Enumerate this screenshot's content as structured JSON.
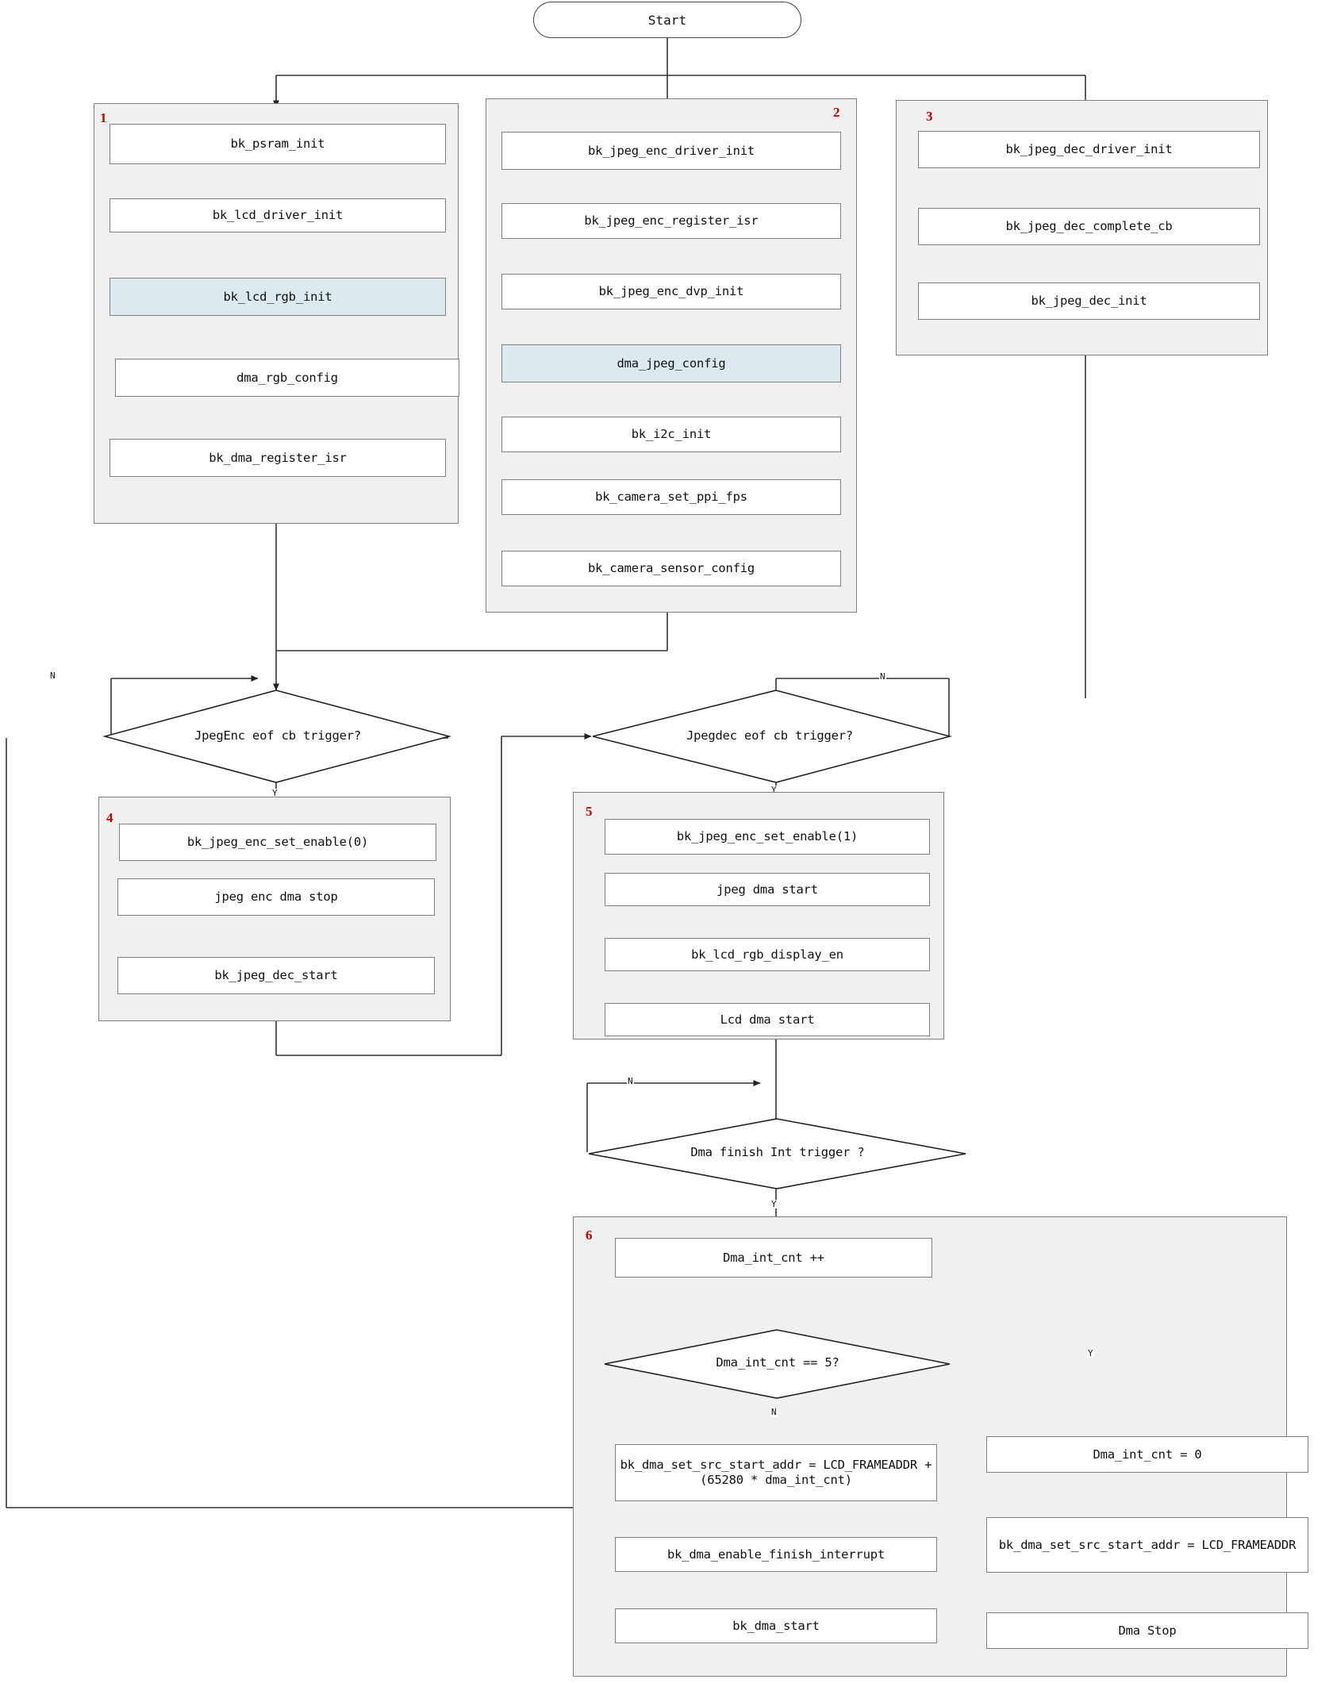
{
  "diagram": {
    "title": "JPEG encode / decode + LCD RGB display flow",
    "start_label": "Start",
    "colors": {
      "group_fill": "#f0f0f0",
      "node_fill": "#ffffff",
      "highlight_fill": "#dbeaf0",
      "group_number": "#c00000",
      "stroke": "#808080"
    },
    "group_numbers": {
      "g1": "1",
      "g2": "2",
      "g3": "3",
      "g4": "4",
      "g5": "5",
      "g6": "6"
    },
    "groups": {
      "g1": {
        "number": "1",
        "nodes": [
          {
            "label": "bk_psram_init",
            "highlight": false
          },
          {
            "label": "bk_lcd_driver_init",
            "highlight": false
          },
          {
            "label": "bk_lcd_rgb_init",
            "highlight": true
          },
          {
            "label": "dma_rgb_config",
            "highlight": false
          },
          {
            "label": "bk_dma_register_isr",
            "highlight": false
          }
        ]
      },
      "g2": {
        "number": "2",
        "nodes": [
          {
            "label": "bk_jpeg_enc_driver_init",
            "highlight": false
          },
          {
            "label": "bk_jpeg_enc_register_isr",
            "highlight": false
          },
          {
            "label": "bk_jpeg_enc_dvp_init",
            "highlight": false
          },
          {
            "label": "dma_jpeg_config",
            "highlight": true
          },
          {
            "label": "bk_i2c_init",
            "highlight": false
          },
          {
            "label": "bk_camera_set_ppi_fps",
            "highlight": false
          },
          {
            "label": "bk_camera_sensor_config",
            "highlight": false
          }
        ]
      },
      "g3": {
        "number": "3",
        "nodes": [
          {
            "label": "bk_jpeg_dec_driver_init",
            "highlight": false
          },
          {
            "label": "bk_jpeg_dec_complete_cb",
            "highlight": false
          },
          {
            "label": "bk_jpeg_dec_init",
            "highlight": false
          }
        ]
      },
      "g4": {
        "number": "4",
        "nodes": [
          {
            "label": "bk_jpeg_enc_set_enable(0)",
            "highlight": false
          },
          {
            "label": "jpeg enc dma stop",
            "highlight": false
          },
          {
            "label": "bk_jpeg_dec_start",
            "highlight": false
          }
        ]
      },
      "g5": {
        "number": "5",
        "nodes": [
          {
            "label": "bk_jpeg_enc_set_enable(1)",
            "highlight": false
          },
          {
            "label": "jpeg dma start",
            "highlight": false
          },
          {
            "label": "bk_lcd_rgb_display_en",
            "highlight": false
          },
          {
            "label": "Lcd dma start",
            "highlight": false
          }
        ]
      },
      "g6": {
        "number": "6",
        "nodes": [
          {
            "label": "Dma_int_cnt ++",
            "highlight": false
          },
          {
            "label": "bk_dma_set_src_start_addr = LCD_FRAMEADDR + (65280 * dma_int_cnt)",
            "highlight": false
          },
          {
            "label": "bk_dma_enable_finish_interrupt",
            "highlight": false
          },
          {
            "label": "bk_dma_start",
            "highlight": false
          },
          {
            "label": "Dma_int_cnt = 0",
            "highlight": false
          },
          {
            "label": "bk_dma_set_src_start_addr = LCD_FRAMEADDR",
            "highlight": false
          },
          {
            "label": "Dma Stop",
            "highlight": false
          }
        ]
      }
    },
    "decisions": {
      "d1": {
        "label": "JpegEnc eof cb trigger?",
        "yes": "Y",
        "no": "N"
      },
      "d2": {
        "label": "Jpegdec eof cb trigger?",
        "yes": "Y",
        "no": "N"
      },
      "d3": {
        "label": "Dma finish Int trigger ?",
        "yes": "Y",
        "no": "N"
      },
      "d4": {
        "label": "Dma_int_cnt == 5?",
        "yes": "Y",
        "no": "N"
      }
    },
    "edge_labels": {
      "d1_no": "N",
      "d1_yes": "Y",
      "d2_no": "N",
      "d2_yes": "Y",
      "d3_no": "N",
      "d3_yes": "Y",
      "d4_no": "N",
      "d4_yes": "Y"
    }
  },
  "chart_data": {
    "type": "diagram",
    "subtype": "flowchart",
    "nodes": [
      {
        "id": "start",
        "shape": "terminator",
        "text": "Start"
      },
      {
        "id": "g1",
        "shape": "group",
        "text": "1"
      },
      {
        "id": "g1n1",
        "shape": "process",
        "text": "bk_psram_init"
      },
      {
        "id": "g1n2",
        "shape": "process",
        "text": "bk_lcd_driver_init"
      },
      {
        "id": "g1n3",
        "shape": "process",
        "text": "bk_lcd_rgb_init",
        "fill": "#dbeaf0"
      },
      {
        "id": "g1n4",
        "shape": "process",
        "text": "dma_rgb_config"
      },
      {
        "id": "g1n5",
        "shape": "process",
        "text": "bk_dma_register_isr"
      },
      {
        "id": "g2",
        "shape": "group",
        "text": "2"
      },
      {
        "id": "g2n1",
        "shape": "process",
        "text": "bk_jpeg_enc_driver_init"
      },
      {
        "id": "g2n2",
        "shape": "process",
        "text": "bk_jpeg_enc_register_isr"
      },
      {
        "id": "g2n3",
        "shape": "process",
        "text": "bk_jpeg_enc_dvp_init"
      },
      {
        "id": "g2n4",
        "shape": "process",
        "text": "dma_jpeg_config",
        "fill": "#dbeaf0"
      },
      {
        "id": "g2n5",
        "shape": "process",
        "text": "bk_i2c_init"
      },
      {
        "id": "g2n6",
        "shape": "process",
        "text": "bk_camera_set_ppi_fps"
      },
      {
        "id": "g2n7",
        "shape": "process",
        "text": "bk_camera_sensor_config"
      },
      {
        "id": "g3",
        "shape": "group",
        "text": "3"
      },
      {
        "id": "g3n1",
        "shape": "process",
        "text": "bk_jpeg_dec_driver_init"
      },
      {
        "id": "g3n2",
        "shape": "process",
        "text": "bk_jpeg_dec_complete_cb"
      },
      {
        "id": "g3n3",
        "shape": "process",
        "text": "bk_jpeg_dec_init"
      },
      {
        "id": "d1",
        "shape": "decision",
        "text": "JpegEnc eof cb trigger?"
      },
      {
        "id": "g4",
        "shape": "group",
        "text": "4"
      },
      {
        "id": "g4n1",
        "shape": "process",
        "text": "bk_jpeg_enc_set_enable(0)"
      },
      {
        "id": "g4n2",
        "shape": "process",
        "text": "jpeg enc dma stop"
      },
      {
        "id": "g4n3",
        "shape": "process",
        "text": "bk_jpeg_dec_start"
      },
      {
        "id": "d2",
        "shape": "decision",
        "text": "Jpegdec eof cb trigger?"
      },
      {
        "id": "g5",
        "shape": "group",
        "text": "5"
      },
      {
        "id": "g5n1",
        "shape": "process",
        "text": "bk_jpeg_enc_set_enable(1)"
      },
      {
        "id": "g5n2",
        "shape": "process",
        "text": "jpeg dma start"
      },
      {
        "id": "g5n3",
        "shape": "process",
        "text": "bk_lcd_rgb_display_en"
      },
      {
        "id": "g5n4",
        "shape": "process",
        "text": "Lcd dma start"
      },
      {
        "id": "d3",
        "shape": "decision",
        "text": "Dma finish Int trigger ?"
      },
      {
        "id": "g6",
        "shape": "group",
        "text": "6"
      },
      {
        "id": "g6n1",
        "shape": "process",
        "text": "Dma_int_cnt ++"
      },
      {
        "id": "d4",
        "shape": "decision",
        "text": "Dma_int_cnt == 5?"
      },
      {
        "id": "g6n2",
        "shape": "process",
        "text": "bk_dma_set_src_start_addr = LCD_FRAMEADDR + (65280 * dma_int_cnt)"
      },
      {
        "id": "g6n3",
        "shape": "process",
        "text": "bk_dma_enable_finish_interrupt"
      },
      {
        "id": "g6n4",
        "shape": "process",
        "text": "bk_dma_start"
      },
      {
        "id": "g6n5",
        "shape": "process",
        "text": "Dma_int_cnt = 0"
      },
      {
        "id": "g6n6",
        "shape": "process",
        "text": "bk_dma_set_src_start_addr = LCD_FRAMEADDR"
      },
      {
        "id": "g6n7",
        "shape": "process",
        "text": "Dma Stop"
      }
    ],
    "edges": [
      {
        "from": "start",
        "to": "g1n1",
        "label": ""
      },
      {
        "from": "start",
        "to": "g2n1",
        "label": ""
      },
      {
        "from": "start",
        "to": "g3n1",
        "label": ""
      },
      {
        "from": "g1n1",
        "to": "g1n2",
        "label": ""
      },
      {
        "from": "g1n2",
        "to": "g1n3",
        "label": ""
      },
      {
        "from": "g1n3",
        "to": "g1n4",
        "label": ""
      },
      {
        "from": "g1n4",
        "to": "g1n5",
        "label": ""
      },
      {
        "from": "g2n1",
        "to": "g2n2",
        "label": ""
      },
      {
        "from": "g1",
        "to": "d1",
        "label": ""
      },
      {
        "from": "g2",
        "to": "d1",
        "label": ""
      },
      {
        "from": "g3",
        "to": "d2",
        "label": ""
      },
      {
        "from": "d1",
        "to": "g4n1",
        "label": "Y"
      },
      {
        "from": "d1",
        "to": "d1",
        "label": "N"
      },
      {
        "from": "g4n1",
        "to": "g4n2",
        "label": ""
      },
      {
        "from": "g4n2",
        "to": "g4n3",
        "label": ""
      },
      {
        "from": "g4n3",
        "to": "d2",
        "label": ""
      },
      {
        "from": "d2",
        "to": "g5n1",
        "label": "Y"
      },
      {
        "from": "d2",
        "to": "d2",
        "label": "N"
      },
      {
        "from": "g5n1",
        "to": "g5n2",
        "label": ""
      },
      {
        "from": "g5n2",
        "to": "g5n3",
        "label": ""
      },
      {
        "from": "g5n3",
        "to": "g5n4",
        "label": ""
      },
      {
        "from": "g5n4",
        "to": "d3",
        "label": ""
      },
      {
        "from": "d3",
        "to": "d3",
        "label": "N"
      },
      {
        "from": "d3",
        "to": "g6n1",
        "label": "Y"
      },
      {
        "from": "g6n1",
        "to": "d4",
        "label": ""
      },
      {
        "from": "d4",
        "to": "g6n2",
        "label": "N"
      },
      {
        "from": "d4",
        "to": "g6n5",
        "label": "Y"
      },
      {
        "from": "g6n2",
        "to": "g6n3",
        "label": ""
      },
      {
        "from": "g6n3",
        "to": "g6n4",
        "label": ""
      },
      {
        "from": "g6n5",
        "to": "g6n6",
        "label": ""
      },
      {
        "from": "g6n6",
        "to": "g6n7",
        "label": ""
      }
    ]
  }
}
